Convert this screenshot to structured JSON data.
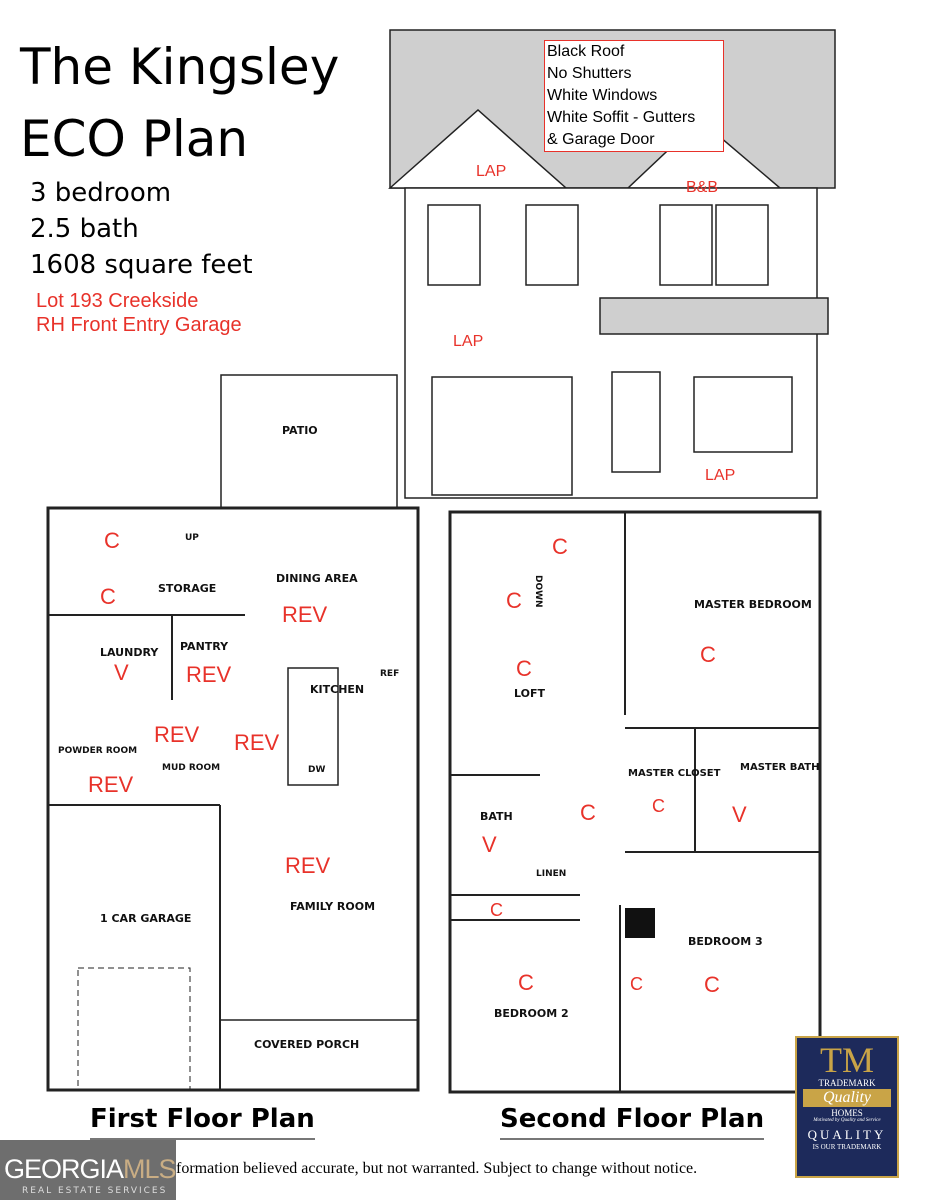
{
  "header": {
    "title_line1": "The Kingsley",
    "title_line2": "ECO Plan",
    "bedrooms": "3 bedroom",
    "baths": "2.5 bath",
    "sqft": "1608 square feet",
    "lot": "Lot 193 Creekside",
    "garage_note": "RH Front Entry Garage"
  },
  "elevation": {
    "notes": [
      "Black Roof",
      "No Shutters",
      "White Windows",
      "White Soffit - Gutters",
      "& Garage Door"
    ],
    "siding": [
      "LAP",
      "B&B",
      "LAP",
      "LAP"
    ]
  },
  "first_floor": {
    "caption": "First Floor Plan",
    "rooms": [
      "PATIO",
      "UP",
      "STORAGE",
      "DINING AREA",
      "LAUNDRY",
      "PANTRY",
      "KITCHEN",
      "REF",
      "POWDER ROOM",
      "MUD ROOM",
      "DW",
      "FAMILY ROOM",
      "1 CAR GARAGE",
      "COVERED PORCH"
    ],
    "finish_marks": [
      "C",
      "C",
      "REV",
      "V",
      "REV",
      "REV",
      "REV",
      "REV",
      "REV"
    ]
  },
  "second_floor": {
    "caption": "Second Floor Plan",
    "rooms": [
      "DOWN",
      "MASTER BEDROOM",
      "LOFT",
      "MASTER CLOSET",
      "MASTER BATH",
      "BATH",
      "LINEN",
      "BEDROOM 3",
      "BEDROOM 2"
    ],
    "finish_marks": [
      "C",
      "C",
      "C",
      "C",
      "C",
      "V",
      "C",
      "V",
      "C",
      "C",
      "C",
      "C"
    ]
  },
  "footer": {
    "disclaimer": "formation believed accurate, but not warranted. Subject to change without notice."
  },
  "logos": {
    "georgia_mls": {
      "main1": "GEORGIA",
      "main2": "MLS",
      "sub": "REAL ESTATE SERVICES"
    },
    "trademark": {
      "mark": "TM",
      "l1": "TRADEMARK",
      "l2": "Quality",
      "l3": "HOMES",
      "l4": "Motivated by Quality and Service",
      "l5": "QUALITY",
      "l6": "IS OUR TRADEMARK"
    }
  },
  "colors": {
    "markup": "#e8322a",
    "logo_navy": "#1d2a5b",
    "logo_gold": "#c9a447"
  }
}
